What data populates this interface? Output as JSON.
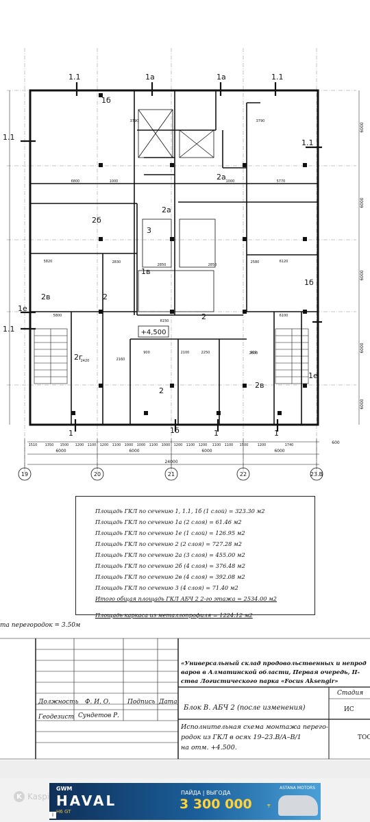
{
  "plan": {
    "section_marks": [
      "1.1",
      "1а",
      "1а",
      "1.1",
      "1б",
      "1.1",
      "1.1",
      "2а",
      "2б",
      "2а",
      "3",
      "1в",
      "2в",
      "2",
      "1б",
      "1е",
      "2",
      "1.1",
      "2г",
      "2",
      "2в",
      "1е",
      "1",
      "1б",
      "1",
      "1"
    ],
    "level_mark": "+4,500",
    "row_dims_left": [
      "6000",
      "6000",
      "6000",
      "6000",
      "6000"
    ],
    "dims_bottom_segments": [
      "1510",
      "1350",
      "1500",
      "1200",
      "1100",
      "1200",
      "1100",
      "1000",
      "1000",
      "1100",
      "1000",
      "1200",
      "1100",
      "1200",
      "1100",
      "1100",
      "1500",
      "1200",
      "1740"
    ],
    "dims_bays": [
      "6000",
      "6000",
      "6000",
      "6000"
    ],
    "dim_total": "24000",
    "dim_600": "600",
    "axes": [
      "19",
      "20",
      "21",
      "22",
      "23.В"
    ],
    "inner_dims": [
      "6800",
      "5770",
      "5820",
      "6120",
      "5800",
      "6100",
      "6150",
      "2850",
      "2850",
      "2580",
      "2830",
      "1000",
      "1000",
      "3790",
      "3790",
      "900",
      "900",
      "2100",
      "2250",
      "2600",
      "2160",
      "2420"
    ]
  },
  "notes": {
    "lines": [
      "Площадь ГКЛ по сечению 1, 1.1, 1б (1 слой) = 323.30 м2",
      "Площадь ГКЛ по сечению 1а (2 слоя) = 61.46 м2",
      "Площадь ГКЛ по сечению 1е (1 слой) = 126.95 м2",
      "Площадь ГКЛ по сечению 2 (2 слоя) = 727.28 м2",
      "Площадь ГКЛ по сечению 2а (3 слоя) = 455.00 м2",
      "Площадь ГКЛ по сечению 2б (4 слоя) = 376.48 м2",
      "Площадь ГКЛ по сечению 2в (4 слоя) = 392.08 м2",
      "Площадь ГКЛ по сечению 3 (4 слоя) = 71.40 м2"
    ],
    "total": "Итого общая площадь ГКЛ АБЧ 2 2-го этажа = 2534.00 м2",
    "frame": "Площадь каркаса из металлопрофиля = 1224.12 м2"
  },
  "partition_height": "та перегородок = 3.50м",
  "title_block": {
    "project": "«Универсальный склад продовольственных и непрод",
    "project_2": "варов в Алматинской области, Первая очередь, II-",
    "project_3": "ства Логистического парка «Focus Aksengir»",
    "col_position": "Должность",
    "col_name": "Ф. И. О.",
    "col_sign": "Подпись",
    "col_date": "Дата",
    "block": "Блок В. АБЧ 2 (после изменения)",
    "stage_label": "Стадия",
    "stage_value": "ИС",
    "role": "Геодезист",
    "person": "Сундетов Р.",
    "drawing_1": "Исполнительная схема монтажа перего-",
    "drawing_2": "родок из ГКЛ в осях 19–23.В/А–В/1",
    "drawing_3": "на отм. +4.500.",
    "org": "ТОО"
  },
  "footer": {
    "watermark": "Kaspi.kz",
    "ad": {
      "brand_small": "GWM",
      "brand": "HAVAL",
      "model": "H6 GT",
      "promo": "ПАЙДА | ВЫГОДА",
      "price": "3 300 000",
      "currency": "₸",
      "dealer": "ASTANA MOTORS",
      "close": "i"
    }
  },
  "colors": {
    "line": "#111111",
    "ad_bg": "#1b5f9a",
    "price": "#ffd23a"
  }
}
